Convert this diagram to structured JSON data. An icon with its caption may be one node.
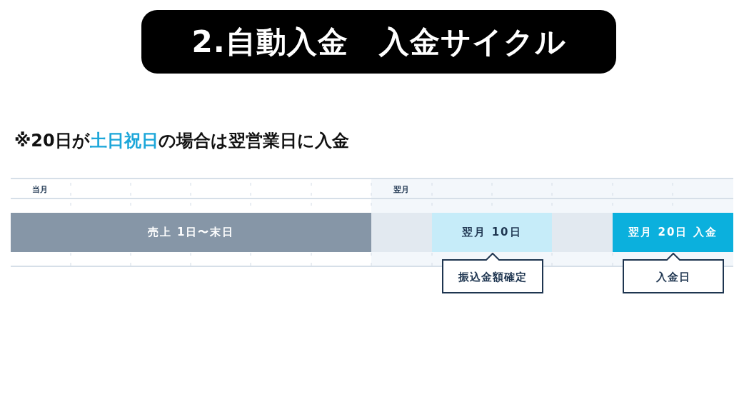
{
  "diagram": {
    "title": "2.自動入金　入金サイクル",
    "nodes": [
      {
        "text": [
          "売上 1日〜末日"
        ]
      },
      {
        "text": [],
        "shape": "bar"
      },
      {
        "text": [
          "翌月 10日"
        ]
      },
      {
        "text": [],
        "shape": "bar"
      },
      {
        "text": [
          "翌月 20日 入金"
        ]
      },
      {
        "text": [
          "振込金額確定"
        ]
      },
      {
        "text": [
          "入金日"
        ]
      }
    ],
    "labels": [
      "※20日が**土日祝日**の場合は翌営業日に入金",
      "当月",
      "翌月"
    ]
  }
}
